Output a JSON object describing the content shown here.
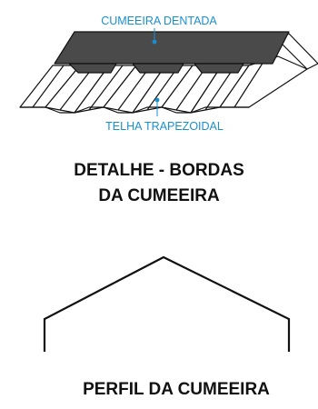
{
  "detail": {
    "callout_top": "CUMEEIRA DENTADA",
    "callout_bottom": "TELHA TRAPEZOIDAL",
    "title_line1": "DETALHE - BORDAS",
    "title_line2": "DA CUMEEIRA"
  },
  "profile": {
    "title": "PERFIL DA CUMEEIRA"
  },
  "colors": {
    "ridge_fill": "#4a4a4a",
    "callout": "#1a8fd0",
    "outline": "#111111"
  }
}
